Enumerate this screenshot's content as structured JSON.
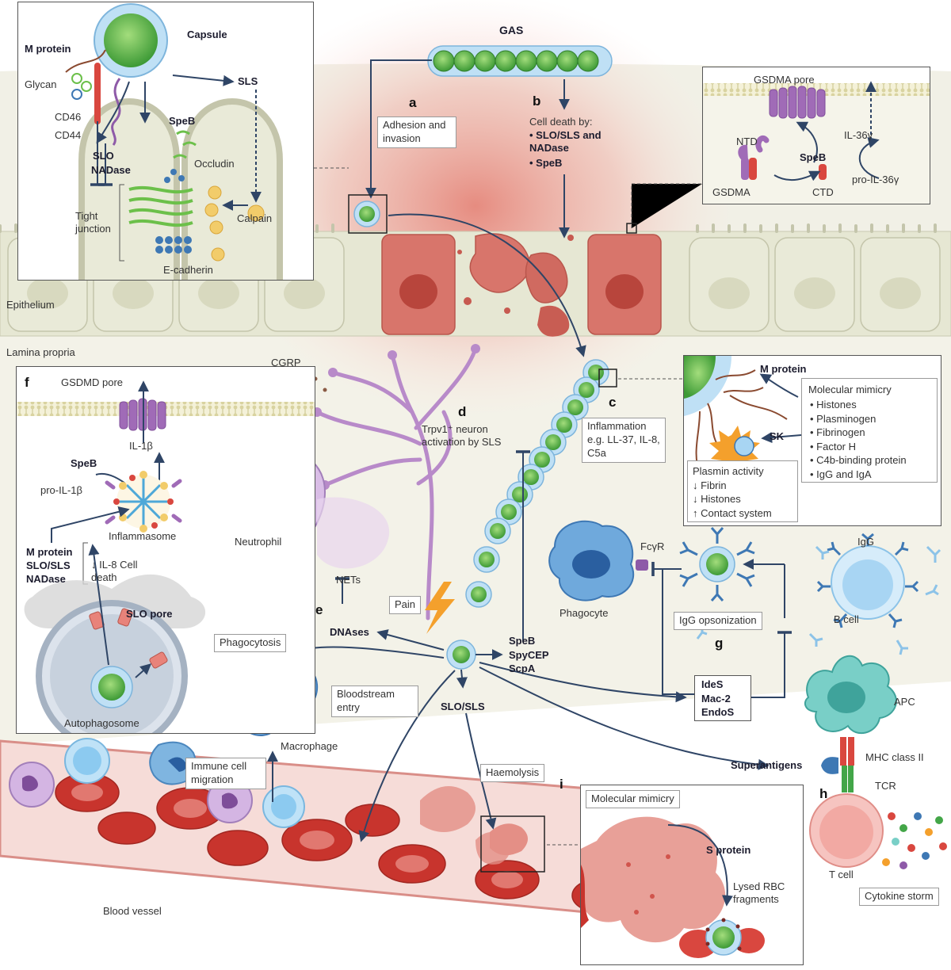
{
  "top": {
    "gas": "GAS",
    "label_a": "a",
    "label_b": "b",
    "adhesion": "Adhesion and invasion",
    "cell_death_title": "Cell death by:",
    "cell_death_items": [
      "SLO/SLS and NADase",
      "SpeB"
    ]
  },
  "inset_top_left": {
    "capsule": "Capsule",
    "m_protein": "M protein",
    "glycan": "Glycan",
    "cd46": "CD46",
    "cd44": "CD44",
    "speb": "SpeB",
    "sls": "SLS",
    "slo": "SLO",
    "nadase": "NADase",
    "occludin": "Occludin",
    "tight_junction": "Tight junction",
    "calpain": "Calpain",
    "ecadherin": "E-cadherin"
  },
  "inset_top_right": {
    "gsdma_pore": "GSDMA pore",
    "ntd": "NTD",
    "speb": "SpeB",
    "il36": "IL-36γ",
    "gsdma": "GSDMA",
    "ctd": "CTD",
    "pro_il36": "pro-IL-36γ"
  },
  "tissue": {
    "epithelium": "Epithelium",
    "lamina_propria": "Lamina propria"
  },
  "inset_f": {
    "label": "f",
    "gsdmd_pore": "GSDMD pore",
    "il1b": "IL-1β",
    "speb": "SpeB",
    "pro_il1b": "pro-IL-1β",
    "inflammasome": "Inflammasome",
    "factors": [
      "M protein",
      "SLO/SLS",
      "NADase"
    ],
    "effects": "↓ IL-8 Cell death",
    "slo_pore": "SLO pore",
    "autophagosome": "Autophagosome"
  },
  "middle": {
    "cgrp": "CGRP",
    "neutrophil": "Neutrophil",
    "label_d": "d",
    "trpv1": "Trpv1⁺ neuron activation by SLS",
    "label_c": "c",
    "inflammation": "Inflammation e.g. LL-37, IL-8, C5a",
    "nets": "NETs",
    "label_e": "e",
    "dnases": "DNAses",
    "pain": "Pain",
    "proteases": [
      "SpeB",
      "SpyCEP",
      "ScpA"
    ],
    "phagocytosis": "Phagocytosis",
    "bloodstream": "Bloodstream entry",
    "slo_sls": "SLO/SLS",
    "macrophage": "Macrophage"
  },
  "inset_c": {
    "m_protein": "M protein",
    "sk": "SK",
    "mimicry_title": "Molecular mimicry",
    "mimicry_items": [
      "Histones",
      "Plasminogen",
      "Fibrinogen",
      "Factor H",
      "C4b-binding protein",
      "IgG and IgA"
    ],
    "plasmin_title": "Plasmin activity",
    "plasmin_items": [
      "↓ Fibrin",
      "↓ Histones",
      "↑ Contact system"
    ]
  },
  "immune": {
    "fcgr": "FcγR",
    "phagocyte": "Phagocyte",
    "igg": "IgG",
    "b_cell": "B cell",
    "igg_opsonization": "IgG opsonization",
    "label_g": "g",
    "enzymes": [
      "IdeS",
      "Mac-2",
      "EndoS"
    ],
    "apc": "APC",
    "superantigens": "Superantigens",
    "mhc": "MHC class II",
    "label_h": "h",
    "tcr": "TCR",
    "t_cell": "T cell",
    "cytokine_storm": "Cytokine storm"
  },
  "bottom": {
    "immune_migration": "Immune cell migration",
    "haemolysis": "Haemolysis",
    "blood_vessel": "Blood vessel",
    "label_i": "i",
    "molecular_mimicry": "Molecular mimicry",
    "s_protein": "S protein",
    "lysed_rbc": "Lysed RBC fragments"
  },
  "colors": {
    "bacterium": "#6cc04a",
    "capsule": "#a9d3f0",
    "inflammation": "#e8897f",
    "epithelium": "#e9ead8",
    "rbc": "#d9473f",
    "arrow": "#2f4566"
  }
}
